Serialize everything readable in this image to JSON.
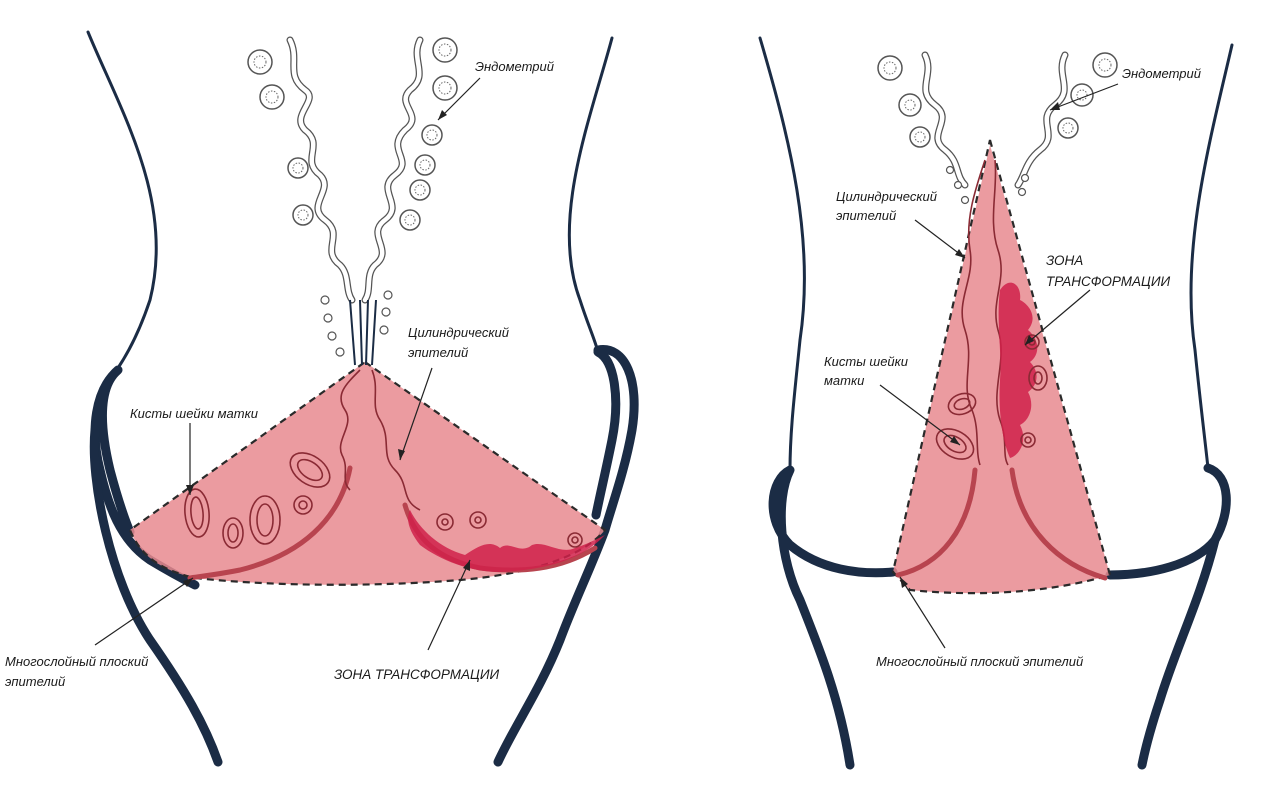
{
  "left_panel": {
    "endometrium": "Эндометрий",
    "columnar_line1": "Цилиндрический",
    "columnar_line2": "эпителий",
    "cysts": "Кисты шейки матки",
    "squamous_line1": "Многослойный плоский",
    "squamous_line2": "эпителий",
    "transformation_zone": "ЗОНА ТРАНСФОРМАЦИИ"
  },
  "right_panel": {
    "endometrium": "Эндометрий",
    "columnar_line1": "Цилиндрический",
    "columnar_line2": "эпителий",
    "transformation_line1": "ЗОНА",
    "transformation_line2": "ТРАНСФОРМАЦИИ",
    "cysts_line1": "Кисты шейки",
    "cysts_line2": "матки",
    "squamous": "Многослойный плоский эпителий"
  },
  "colors": {
    "wall": "#1b2c45",
    "cone": "#e88a8f",
    "squamous_band": "#b8444f",
    "transformation": "#d0214a"
  }
}
